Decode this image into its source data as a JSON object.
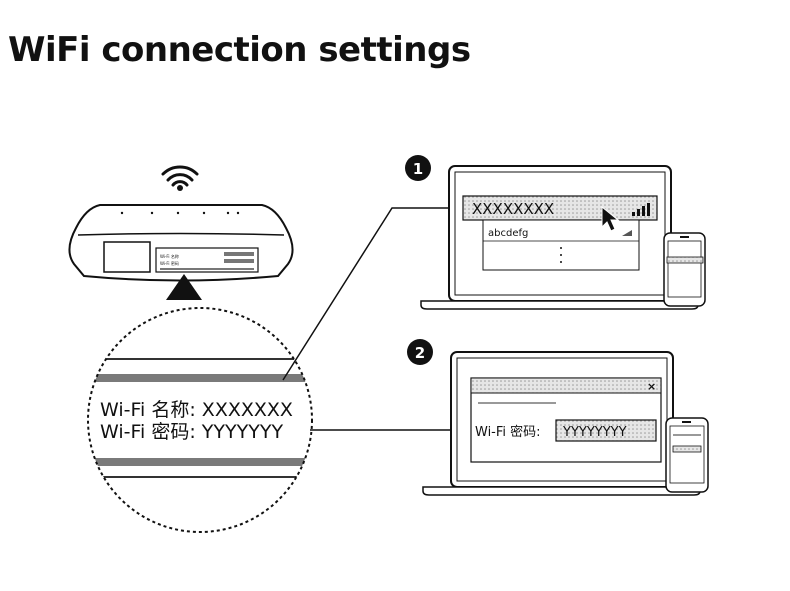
{
  "title": "WiFi connection settings",
  "steps": [
    {
      "number": "1",
      "ssid": "XXXXXXXX",
      "network_list_item": "abcdefg"
    },
    {
      "number": "2",
      "password_label": "Wi-Fi 密码:",
      "password_value": "YYYYYYYY",
      "close_symbol": "×"
    }
  ],
  "label_zoom": {
    "name_line": "Wi-Fi 名称: XXXXXXX",
    "password_line": "Wi-Fi 密码: YYYYYYY"
  },
  "router_label_small": [
    "Wi-Fi 名称",
    "Wi-Fi 密码"
  ],
  "icons": [
    "wifi-signal-icon",
    "cursor-arrow-icon",
    "signal-strength-icon",
    "close-icon"
  ]
}
